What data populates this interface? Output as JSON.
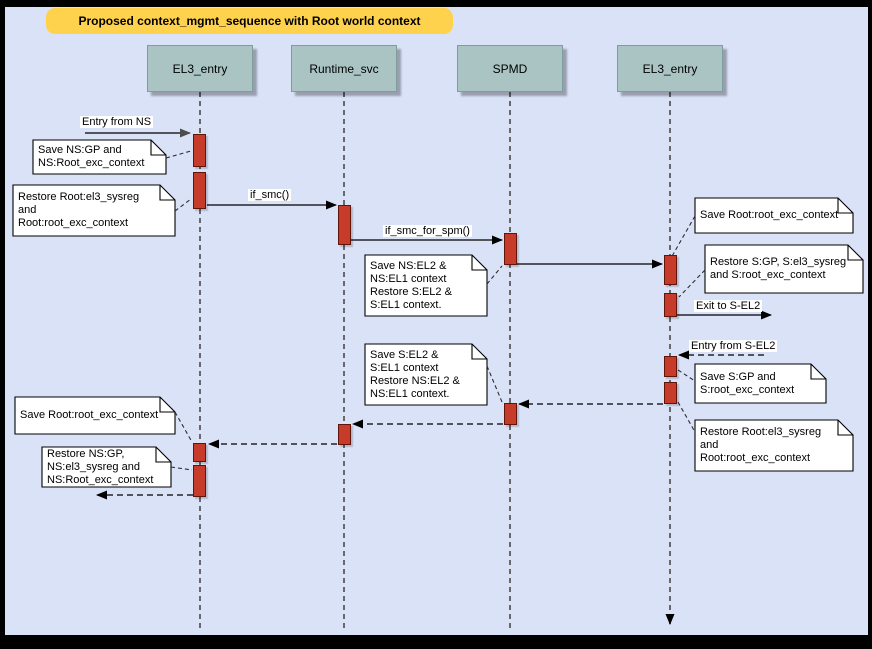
{
  "title": "Proposed context_mgmt_sequence with Root world context",
  "actors": [
    {
      "label": "EL3_entry"
    },
    {
      "label": "Runtime_svc"
    },
    {
      "label": "SPMD"
    },
    {
      "label": "EL3_entry"
    }
  ],
  "messages": [
    {
      "label": "Entry from NS",
      "style": "solid"
    },
    {
      "label": "if_smc()",
      "style": "solid"
    },
    {
      "label": "if_smc_for_spm()",
      "style": "solid"
    },
    {
      "label": "Exit to S-EL2",
      "style": "solid"
    },
    {
      "label": "Entry from S-EL2",
      "style": "dashed"
    }
  ],
  "notes": [
    {
      "id": "save-ns-gp",
      "text": "Save NS:GP and\nNS:Root_exc_context"
    },
    {
      "id": "restore-root-left",
      "text": "Restore Root:el3_sysreg\nand\nRoot:root_exc_context"
    },
    {
      "id": "save-ns-el2",
      "text": "Save NS:EL2 &\nNS:EL1 context\nRestore S:EL2 &\nS:EL1 context."
    },
    {
      "id": "save-root-right",
      "text": "Save Root:root_exc_context"
    },
    {
      "id": "restore-s-gp",
      "text": "Restore S:GP, S:el3_sysreg\nand S:root_exc_context"
    },
    {
      "id": "save-s-el2",
      "text": "Save S:EL2 &\nS:EL1 context\nRestore NS:EL2 &\nNS:EL1 context."
    },
    {
      "id": "save-s-gp",
      "text": "Save S:GP and\nS:root_exc_context"
    },
    {
      "id": "restore-root-right",
      "text": "Restore Root:el3_sysreg\nand\nRoot:root_exc_context"
    },
    {
      "id": "save-root-left",
      "text": "Save Root:root_exc_context"
    },
    {
      "id": "restore-ns-gp",
      "text": "Restore NS:GP,\nNS:el3_sysreg and\nNS:Root_exc_context"
    }
  ],
  "colors": {
    "background": "#dae2f8",
    "title_fill": "#ffd24d",
    "actor_fill": "#a9c4c3",
    "activation_fill": "#c73b2b",
    "note_fill": "#ffffff"
  }
}
